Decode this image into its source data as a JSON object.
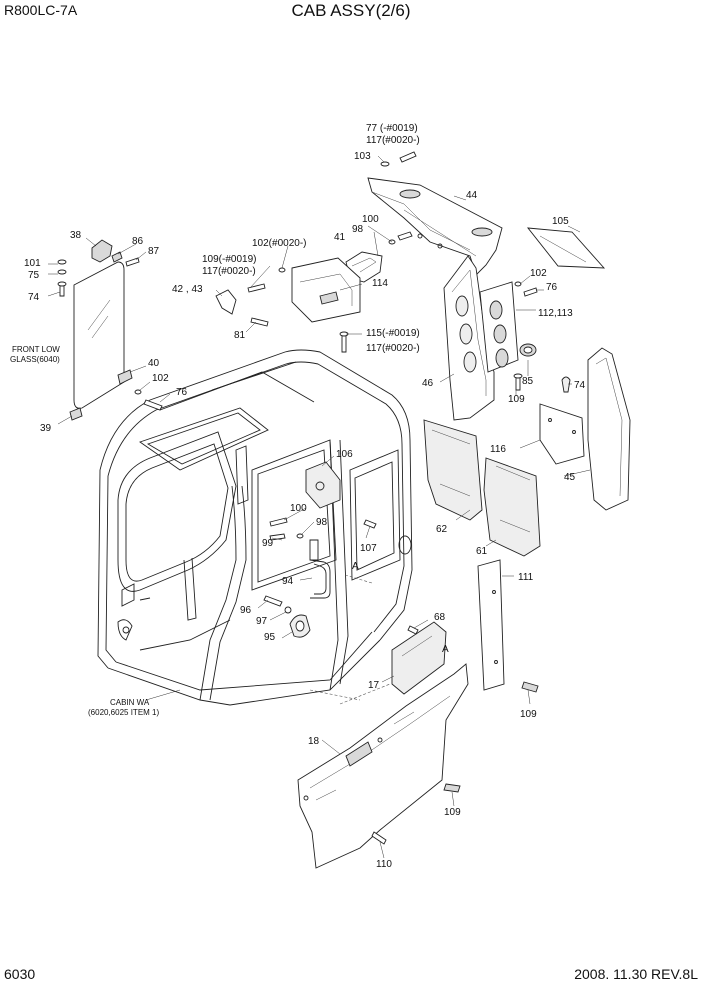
{
  "header": {
    "model": "R800LC-7A",
    "title": "CAB ASSY(2/6)"
  },
  "footer": {
    "page_no": "6030",
    "revision": "2008. 11.30 REV.8L"
  },
  "labels": {
    "l77": "77 (-#0019)",
    "l117a": "117(#0020-)",
    "l103": "103",
    "l44": "44",
    "l105": "105",
    "l100a": "100",
    "l98a": "98",
    "l41": "41",
    "l102a": "102(#0020-)",
    "l109a": "109(-#0019)",
    "l117b": "117(#0020-)",
    "l114": "114",
    "l4243": "42 , 43",
    "l81": "81",
    "l115": "115(-#0019)",
    "l117c": "117(#0020-)",
    "l102b": "102",
    "l76a": "76",
    "l112": "112,113",
    "l46": "46",
    "l85": "85",
    "l74a": "74",
    "l109b": "109",
    "l116": "116",
    "l45": "45",
    "l38": "38",
    "l86": "86",
    "l87": "87",
    "l101": "101",
    "l75": "75",
    "l74b": "74",
    "front_low_1": "FRONT LOW",
    "front_low_2": "GLASS(6040)",
    "l40": "40",
    "l102c": "102",
    "l76b": "76",
    "l39": "39",
    "l106": "106",
    "l100b": "100",
    "l98b": "98",
    "l99": "99",
    "l107": "107",
    "l94": "94",
    "lA1": "A",
    "l96": "96",
    "l97": "97",
    "l95": "95",
    "l62": "62",
    "l61": "61",
    "l111": "111",
    "l68": "68",
    "lA2": "A",
    "l17": "17",
    "l109c": "109",
    "cabin_1": "CABIN WA",
    "cabin_2": "(6020,6025 ITEM 1)",
    "l18": "18",
    "l109d": "109",
    "l110": "110"
  }
}
